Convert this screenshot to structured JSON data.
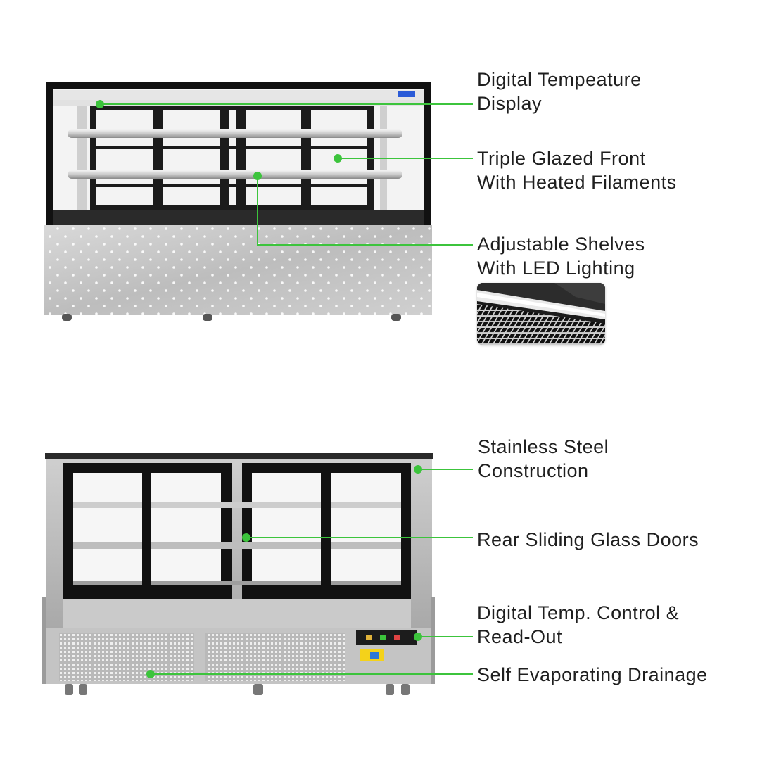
{
  "accent_color": "#3cc43c",
  "callouts": {
    "temp_display": {
      "line1": "Digital Tempeature",
      "line2": "Display"
    },
    "triple_glazed": {
      "line1": "Triple Glazed Front",
      "line2": "With Heated Filaments"
    },
    "adjustable_shelves": {
      "line1": "Adjustable Shelves",
      "line2": "With LED Lighting"
    },
    "stainless_steel": {
      "line1": "Stainless Steel",
      "line2": "Construction"
    },
    "rear_doors": {
      "line1": "Rear Sliding Glass Doors"
    },
    "temp_control": {
      "line1": "Digital Temp. Control &",
      "line2": "Read-Out"
    },
    "drainage": {
      "line1": "Self Evaporating Drainage"
    }
  }
}
